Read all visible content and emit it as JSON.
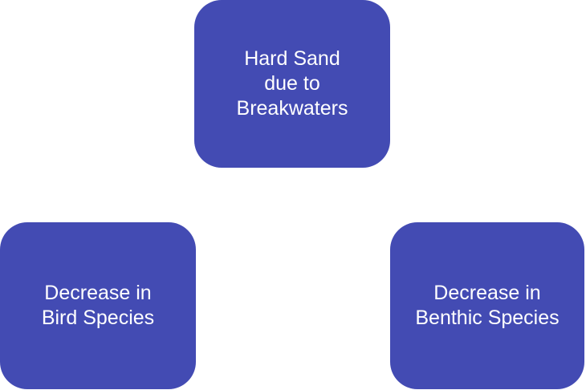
{
  "diagram": {
    "fill_color": "#434bb3",
    "text_color": "#ffffff",
    "nodes": [
      {
        "id": "top",
        "label": "Hard Sand\ndue to\nBreakwaters"
      },
      {
        "id": "left",
        "label": "Decrease in\nBird Species"
      },
      {
        "id": "right",
        "label": "Decrease in\nBenthic Species"
      }
    ]
  }
}
